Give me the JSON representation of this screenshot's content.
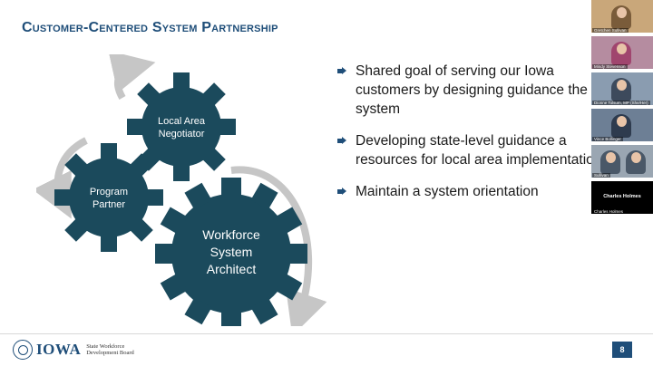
{
  "slide": {
    "title": "Customer-Centered System Partnership",
    "bullets": [
      "Shared goal of serving our Iowa customers by designing guidance the system",
      "Developing state-level guidance a resources for local area implementation",
      "Maintain a system orientation"
    ],
    "gears": {
      "small_top": [
        "Local Area",
        "Negotiator"
      ],
      "small_left": [
        "Program",
        "Partner"
      ],
      "large": [
        "Workforce",
        "System",
        "Architect"
      ]
    },
    "page_number": "8",
    "colors": {
      "gear": "#1b4a5c",
      "title": "#1f4e79",
      "arrow": "#c6c6c6"
    }
  },
  "footer": {
    "logo_word": "IOWA",
    "logo_sub_line1": "State Workforce",
    "logo_sub_line2": "Development Board"
  },
  "participants": [
    {
      "name": "Gretchen Sullivan",
      "bg": "#c9a77a",
      "shirt": "#7a5c3a"
    },
    {
      "name": "Mindy Stevenson",
      "bg": "#b58ca0",
      "shirt": "#a0456e"
    },
    {
      "name": "Dionne Tolsum, MP (She/Her)",
      "bg": "#8a9cb0",
      "shirt": "#3d4a5c"
    },
    {
      "name": "Vince Bollinger",
      "bg": "#6d7f95",
      "shirt": "#2e3b4e"
    },
    {
      "name": "Sullivan",
      "bg": "#9aa6b2",
      "shirt": "#4a5868"
    },
    {
      "name": "Charles Holmes",
      "bg": "#000000",
      "shirt": "#000000"
    }
  ],
  "participant_center_label": "Charles Holmes"
}
